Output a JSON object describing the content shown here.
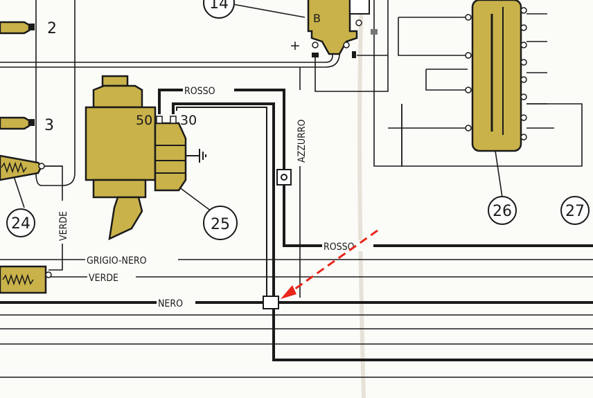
{
  "components": {
    "c2": "2",
    "c3": "3",
    "c14": "14",
    "c24": "24",
    "c25": "25",
    "c26": "26",
    "c27": "27"
  },
  "terminals": {
    "b": "B",
    "plus": "+",
    "t50": "50",
    "t30": "30"
  },
  "wires": {
    "rosso_top": "ROSSO",
    "azzurro": "AZZURRO",
    "verde_vertical": "VERDE",
    "grigio_nero": "GRIGIO-NERO",
    "verde": "VERDE",
    "nero": "NERO",
    "rosso_bottom": "ROSSO"
  },
  "colors": {
    "component": "#c9b24a",
    "annotation_arrow": "#e8261c",
    "wire": "#1a1a1a"
  }
}
